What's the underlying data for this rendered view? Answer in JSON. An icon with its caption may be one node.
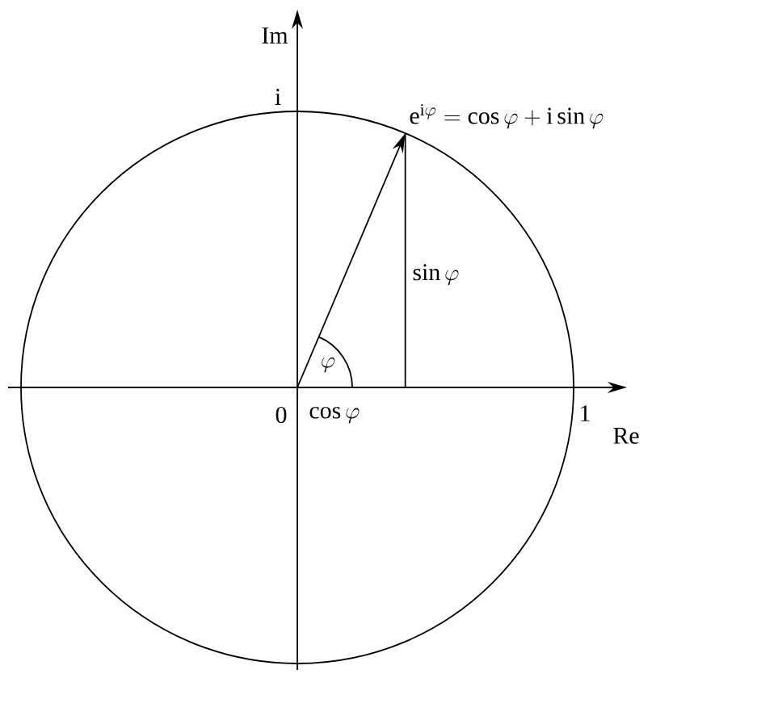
{
  "diagram": {
    "labels": [
      "Im",
      "i",
      "\\mathrm{e}^{\\mathrm{i}\\varphi} = \\cos\\varphi + \\mathrm{i}\\sin\\varphi",
      "\\sin\\varphi",
      "\\varphi",
      "0",
      "\\cos\\varphi",
      "1",
      "Re"
    ]
  }
}
